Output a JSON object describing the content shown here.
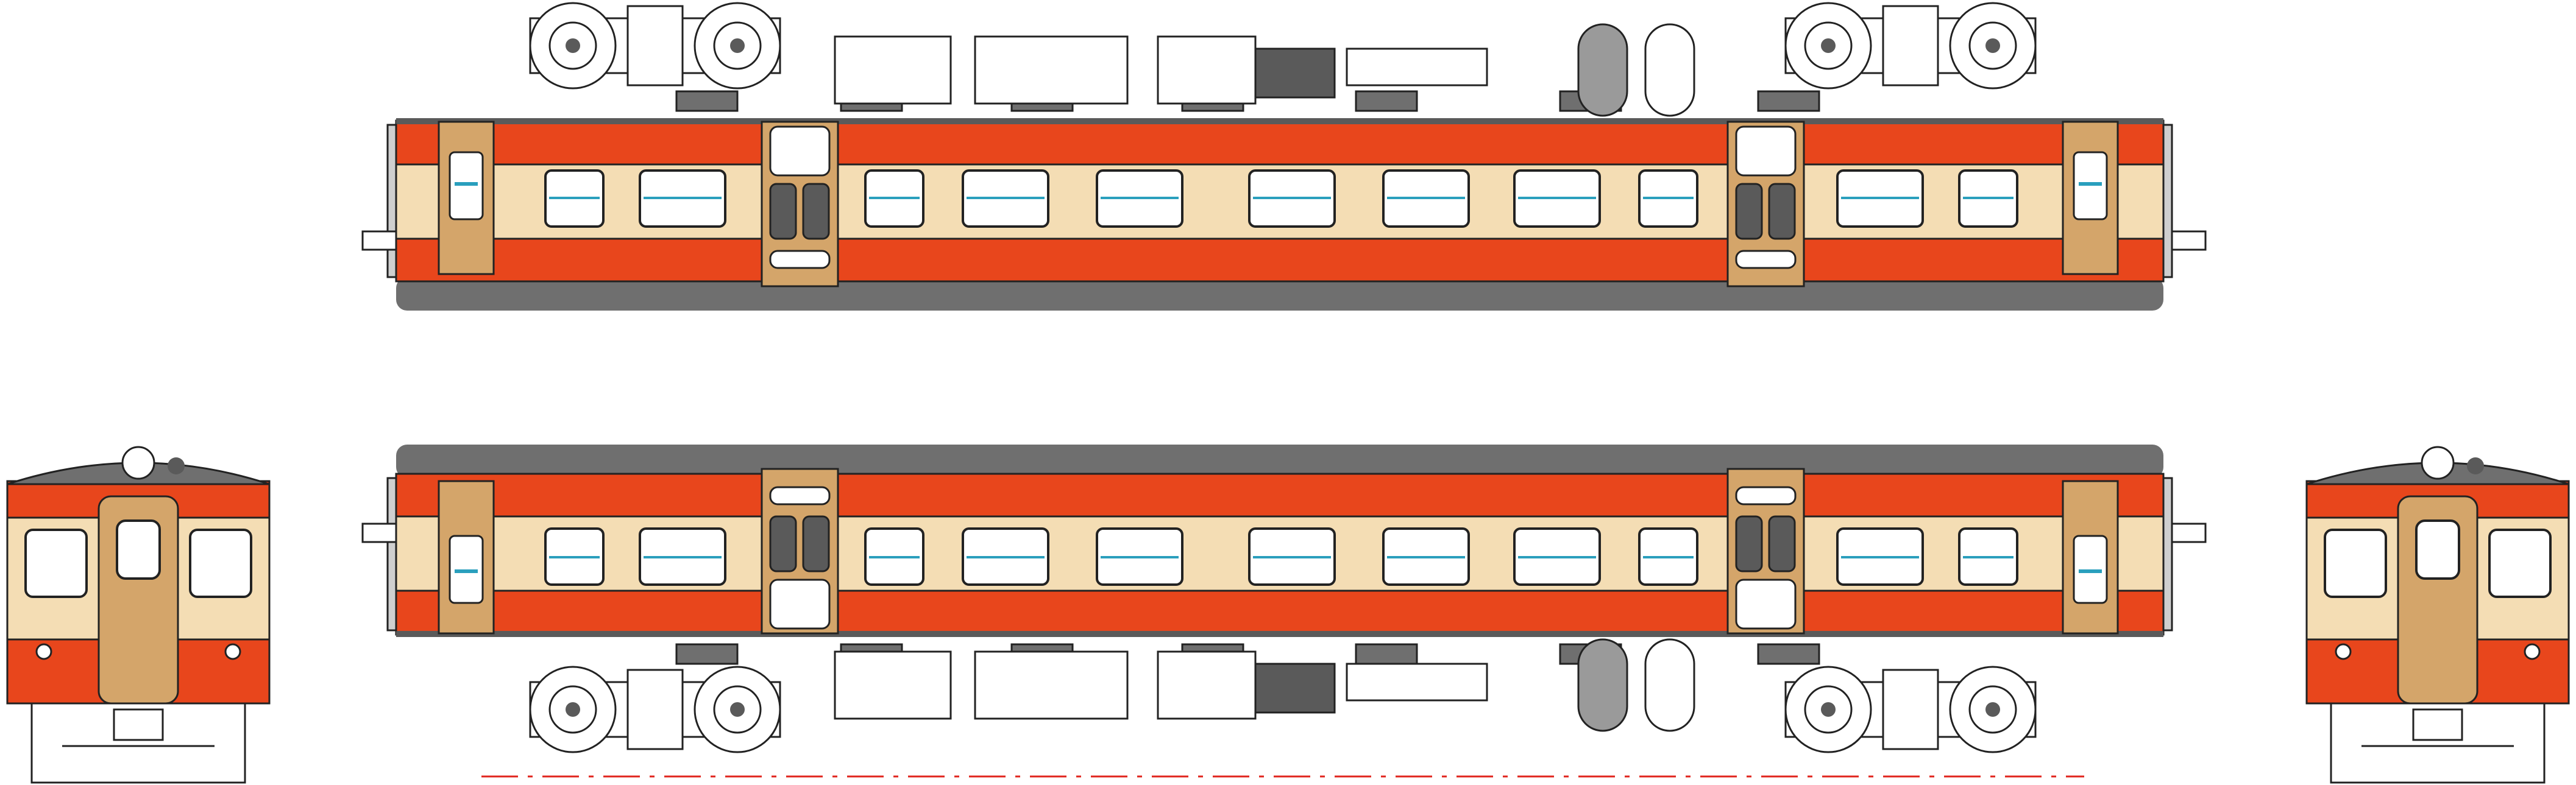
{
  "drawing": {
    "views": [
      {
        "id": "front-end-left",
        "kind": "end-view"
      },
      {
        "id": "side-upper",
        "kind": "side-elevation",
        "orientation": "inverted"
      },
      {
        "id": "side-lower",
        "kind": "side-elevation",
        "orientation": "upright"
      },
      {
        "id": "front-end-right",
        "kind": "end-view"
      }
    ],
    "livery": {
      "upper_band": "#e8461c",
      "window_band": "#f4ddb4",
      "lower_band": "#e8461c",
      "roof": "#6f6f6f",
      "dark_parts": "#5a5a5a",
      "door_frame": "#d4a56a",
      "outline": "#222222",
      "glass_line": "#2a9fbd",
      "centerline": "#e0241c"
    },
    "side": {
      "window_count": 11,
      "door_count": 2,
      "bogie_count": 2,
      "lower_plate_count": 7
    }
  }
}
